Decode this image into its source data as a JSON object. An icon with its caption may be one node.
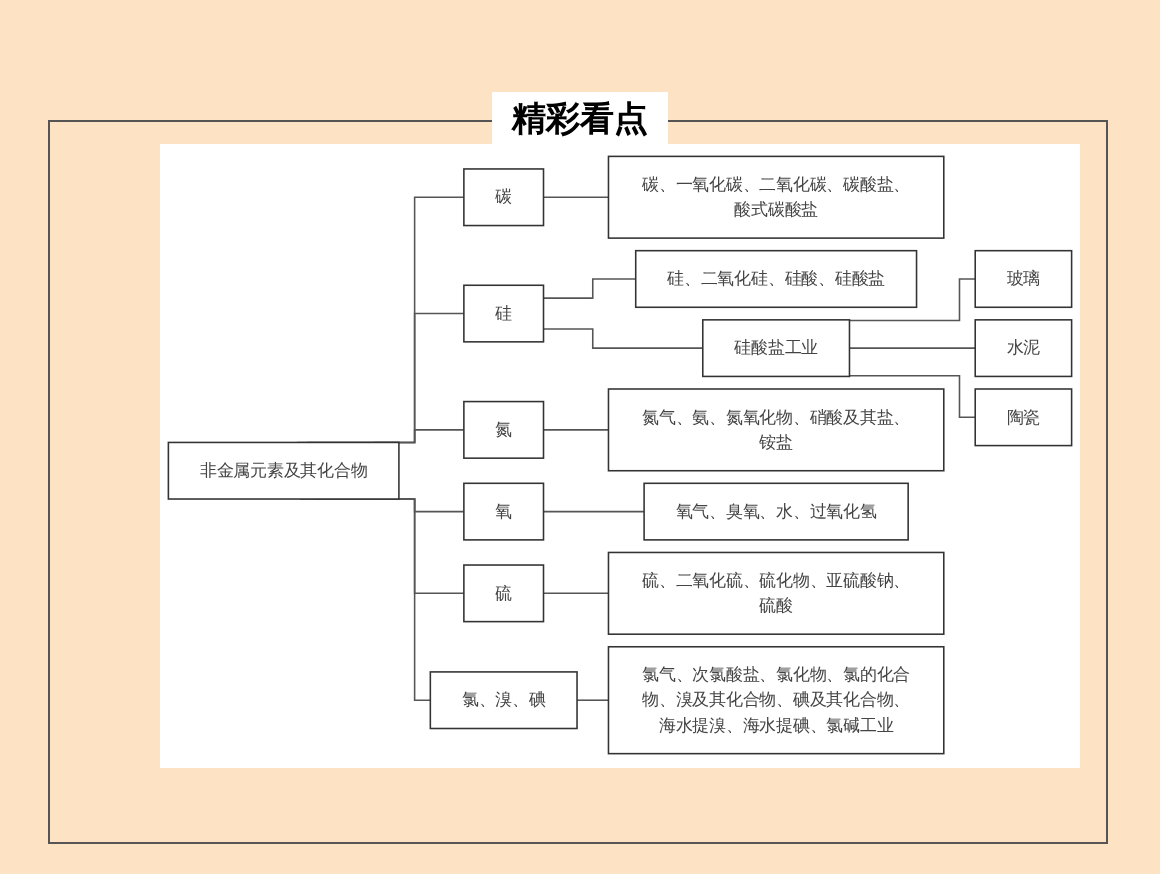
{
  "diagram": {
    "title": "精彩看点",
    "nodes": [
      {
        "text": [
          "非金属元素及其化合物"
        ]
      },
      {
        "text": [
          "碳"
        ]
      },
      {
        "text": [
          "碳、一氧化碳、二氧化碳、碳酸盐、酸式碳酸盐"
        ]
      },
      {
        "text": [
          "硅"
        ]
      },
      {
        "text": [
          "硅、二氧化硅、硅酸、硅酸盐"
        ]
      },
      {
        "text": [
          "硅酸盐工业"
        ]
      },
      {
        "text": [
          "玻璃"
        ]
      },
      {
        "text": [
          "水泥"
        ]
      },
      {
        "text": [
          "陶瓷"
        ]
      },
      {
        "text": [
          "氮"
        ]
      },
      {
        "text": [
          "氮气、氨、氮氧化物、硝酸及其盐、铵盐"
        ]
      },
      {
        "text": [
          "氧"
        ]
      },
      {
        "text": [
          "氧气、臭氧、水、过氧化氢"
        ]
      },
      {
        "text": [
          "硫"
        ]
      },
      {
        "text": [
          "硫、二氧化硫、硫化物、亚硫酸钠、硫酸"
        ]
      },
      {
        "text": [
          "氯、溴、碘"
        ]
      },
      {
        "text": [
          "氯气、次氯酸盐、氯化物、氯的化合物、溴及其化合物、碘及其化合物、海水提溴、海水提碘、氯碱工业"
        ]
      }
    ],
    "edges": [
      {
        "from": 0,
        "to": 1,
        "arrow": "none"
      },
      {
        "from": 1,
        "to": 2,
        "arrow": "none"
      },
      {
        "from": 0,
        "to": 3,
        "arrow": "none"
      },
      {
        "from": 3,
        "to": 4,
        "arrow": "none"
      },
      {
        "from": 3,
        "to": 5,
        "arrow": "none"
      },
      {
        "from": 5,
        "to": 6,
        "arrow": "none"
      },
      {
        "from": 5,
        "to": 7,
        "arrow": "none"
      },
      {
        "from": 5,
        "to": 8,
        "arrow": "none"
      },
      {
        "from": 0,
        "to": 9,
        "arrow": "none"
      },
      {
        "from": 9,
        "to": 10,
        "arrow": "none"
      },
      {
        "from": 0,
        "to": 11,
        "arrow": "none"
      },
      {
        "from": 11,
        "to": 12,
        "arrow": "none"
      },
      {
        "from": 0,
        "to": 13,
        "arrow": "none"
      },
      {
        "from": 13,
        "to": 14,
        "arrow": "none"
      },
      {
        "from": 0,
        "to": 15,
        "arrow": "none"
      },
      {
        "from": 15,
        "to": 16,
        "arrow": "none"
      }
    ]
  }
}
